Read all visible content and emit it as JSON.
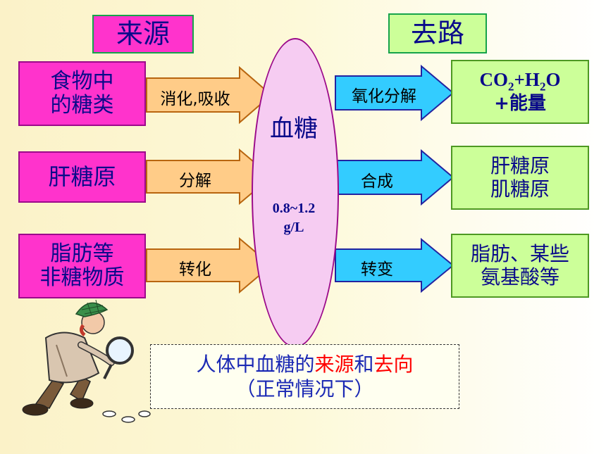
{
  "headers": {
    "sources": "来源",
    "destinations": "去路"
  },
  "sources": [
    {
      "line1": "食物中",
      "line2": "的糖类",
      "arrow": "消化,吸收"
    },
    {
      "line1": "肝糖原",
      "line2": "",
      "arrow": "分解"
    },
    {
      "line1": "脂肪等",
      "line2": "非糖物质",
      "arrow": "转化"
    }
  ],
  "center": {
    "title": "血糖",
    "value": "0.8~1.2",
    "unit": "g/L"
  },
  "destinations": [
    {
      "arrow": "氧化分解",
      "line1_main": "CO",
      "line1_sub1": "2",
      "line1_mid": "+H",
      "line1_sub2": "2",
      "line1_end": "O",
      "line2": "+能量"
    },
    {
      "arrow": "合成",
      "line1": "肝糖原",
      "line2": "肌糖原"
    },
    {
      "arrow": "转变",
      "line1": "脂肪、某些",
      "line2": "氨基酸等"
    }
  ],
  "note": {
    "pre": "人体中血糖的",
    "w1": "来源",
    "and": "和",
    "w2": "去向",
    "line2": "（正常情况下）"
  },
  "colors": {
    "source_fill": "#ff33cc",
    "dest_fill": "#ccff99",
    "ellipse_fill": "#f6ccf2",
    "left_arrow": "#ffcc88",
    "right_arrow": "#33ccff",
    "text": "#0a0a8a",
    "highlight": "#ff0000"
  }
}
